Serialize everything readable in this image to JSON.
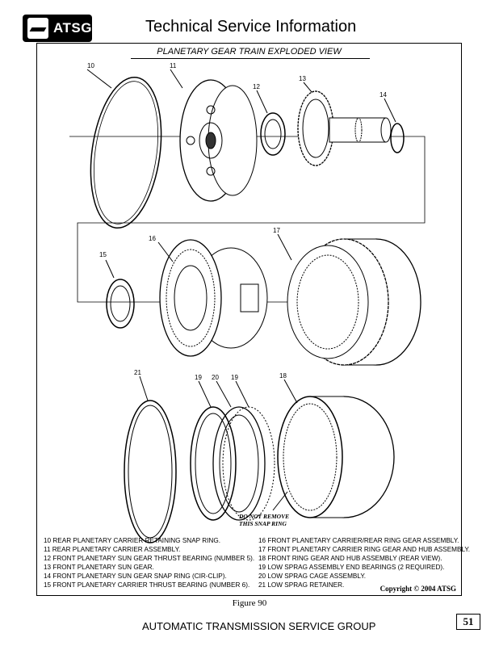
{
  "header": {
    "logo_text": "ATSG",
    "title": "Technical Service Information"
  },
  "diagram": {
    "title": "PLANETARY GEAR TRAIN EXPLODED VIEW",
    "callouts": [
      "10",
      "11",
      "12",
      "13",
      "14",
      "15",
      "16",
      "17",
      "21",
      "19",
      "20",
      "19",
      "18"
    ],
    "note_line1": "DO NOT REMOVE",
    "note_line2": "THIS SNAP RING"
  },
  "legend": {
    "left": [
      "10  REAR PLANETARY CARRIER RETAINING SNAP RING.",
      "11  REAR PLANETARY CARRIER ASSEMBLY.",
      "12  FRONT PLANETARY SUN GEAR THRUST BEARING  (NUMBER 5).",
      "13  FRONT PLANETARY SUN GEAR.",
      "14  FRONT PLANETARY SUN GEAR SNAP RING  (CIR-CLIP).",
      "15  FRONT PLANETARY CARRIER THRUST BEARING  (NUMBER 6)."
    ],
    "right": [
      "16  FRONT PLANETARY CARRIER/REAR RING GEAR ASSEMBLY.",
      "17  FRONT PLANETARY CARRIER RING GEAR AND HUB ASSEMBLY.",
      "18  FRONT RING GEAR AND HUB ASSEMBLY  (REAR VIEW).",
      "19  LOW SPRAG ASSEMBLY END BEARINGS  (2 REQUIRED).",
      "20  LOW SPRAG CAGE ASSEMBLY.",
      "21  LOW SPRAG RETAINER."
    ]
  },
  "copyright": "Copyright © 2004 ATSG",
  "figure_caption": "Figure 90",
  "footer": {
    "org": "AUTOMATIC TRANSMISSION SERVICE GROUP",
    "page": "51"
  }
}
